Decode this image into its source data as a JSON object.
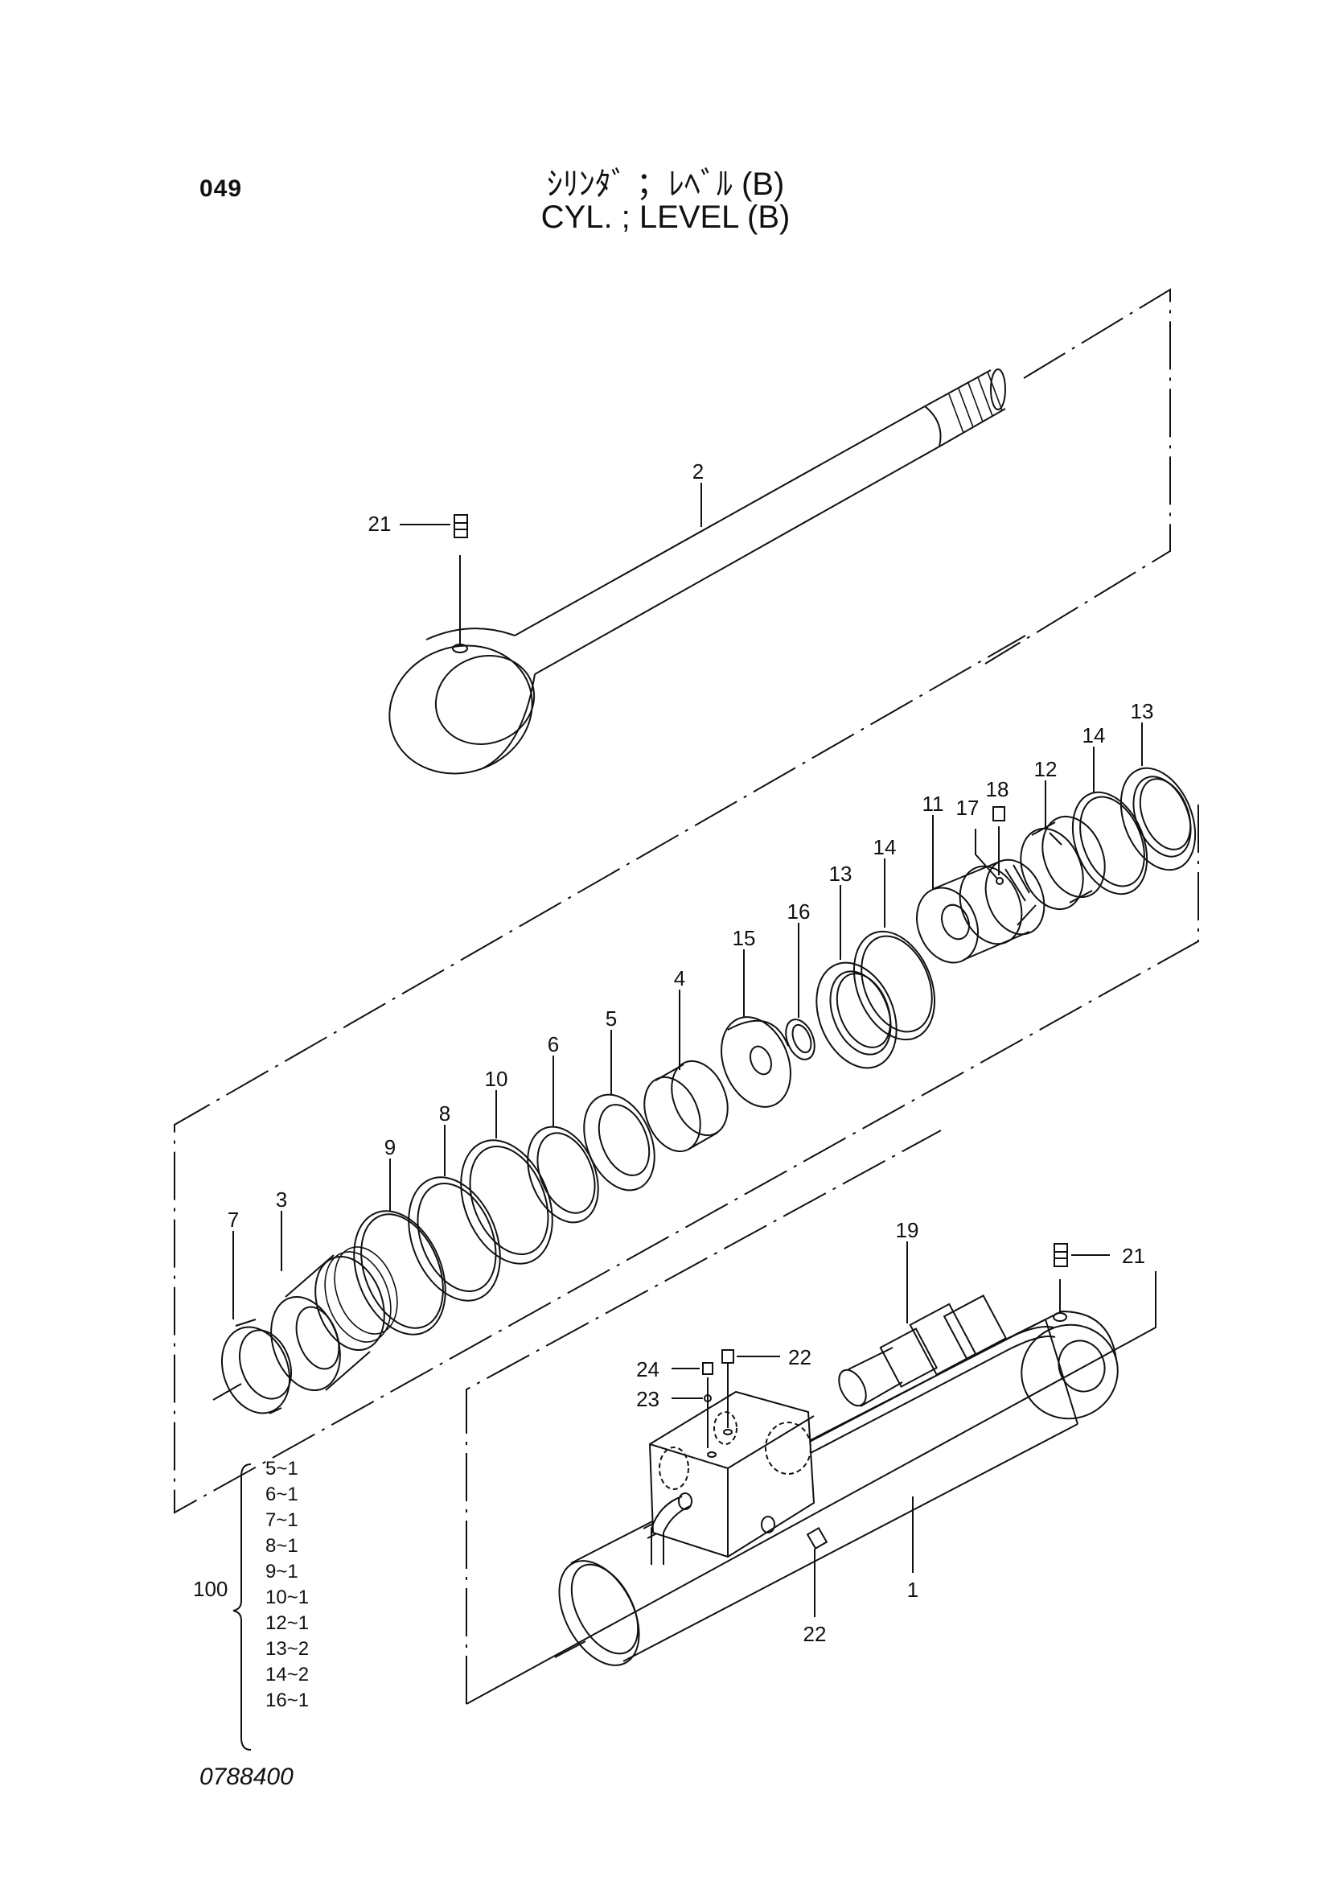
{
  "header": {
    "page_number": "049",
    "title_ja": "ｼﾘﾝﾀﾞ ；ﾚﾍﾞﾙ (B)",
    "title_en": "CYL. ; LEVEL (B)"
  },
  "callouts": {
    "c1": "1",
    "c2": "2",
    "c3": "3",
    "c4": "4",
    "c5": "5",
    "c6": "6",
    "c7": "7",
    "c8": "8",
    "c9": "9",
    "c10": "10",
    "c11": "11",
    "c12": "12",
    "c13a": "13",
    "c13b": "13",
    "c14a": "14",
    "c14b": "14",
    "c15": "15",
    "c16": "16",
    "c17": "17",
    "c18": "18",
    "c19": "19",
    "c21a": "21",
    "c21b": "21",
    "c22a": "22",
    "c22b": "22",
    "c23": "23",
    "c24": "24"
  },
  "kit": {
    "number": "100",
    "items": [
      "5~1",
      "6~1",
      "7~1",
      "8~1",
      "9~1",
      "10~1",
      "12~1",
      "13~2",
      "14~2",
      "16~1"
    ]
  },
  "footer": {
    "doc_code": "0788400"
  }
}
